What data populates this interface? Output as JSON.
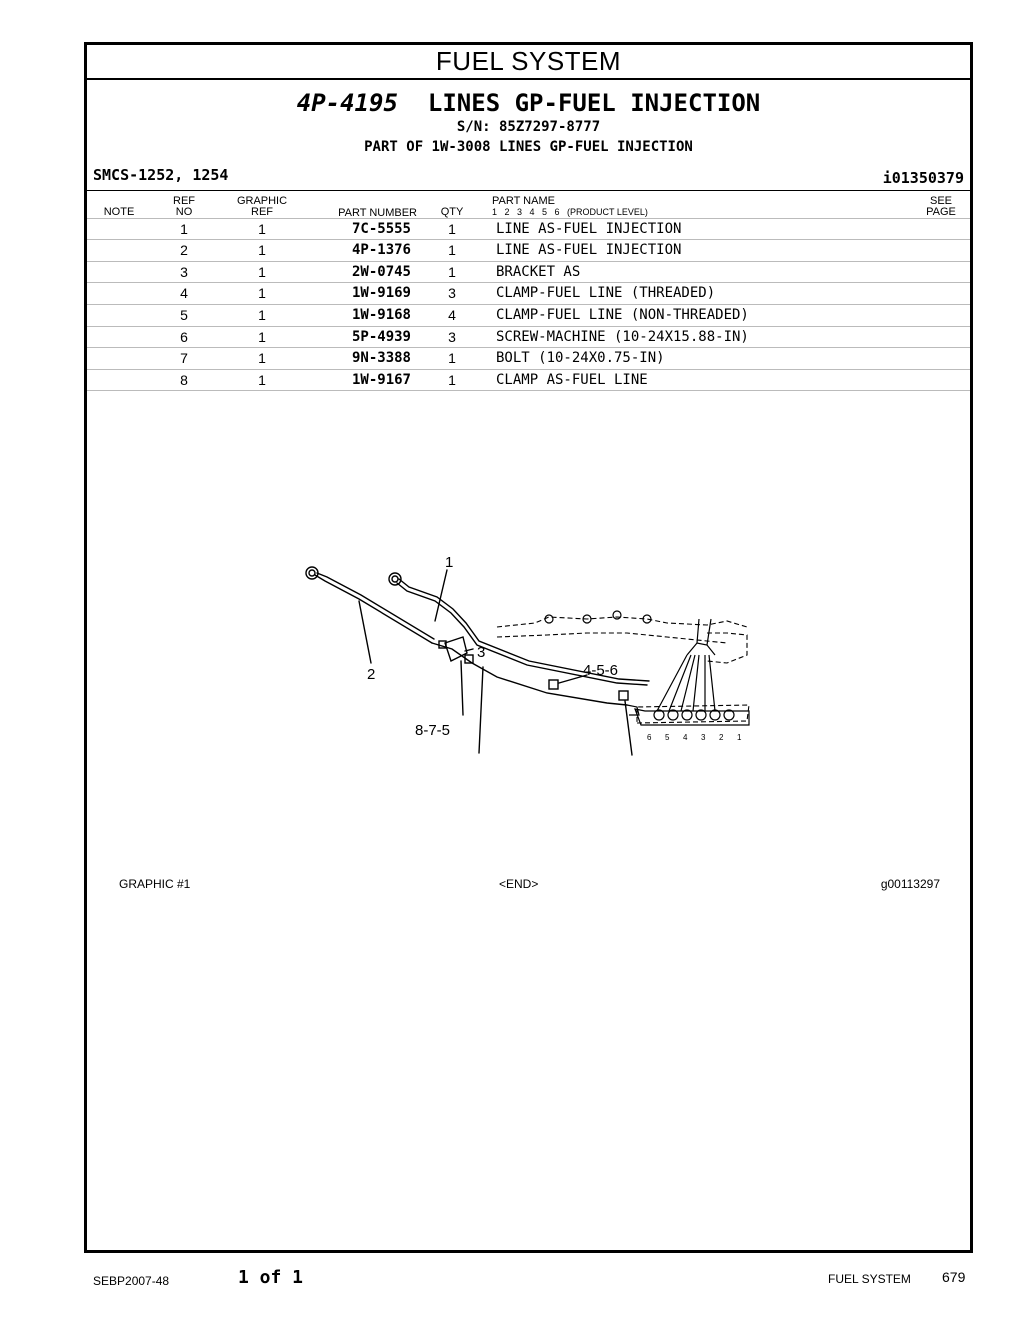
{
  "section_title": "FUEL SYSTEM",
  "group": {
    "number": "4P-4195",
    "name": "LINES GP-FUEL INJECTION",
    "serial": "S/N: 85Z7297-8777",
    "part_of": "PART OF 1W-3008 LINES GP-FUEL INJECTION"
  },
  "smcs": "SMCS-1252, 1254",
  "illustration_id": "i01350379",
  "columns": {
    "note": "NOTE",
    "ref_top": "REF",
    "ref_bottom": "NO",
    "graphic_top": "GRAPHIC",
    "graphic_bottom": "REF",
    "part_number": "PART NUMBER",
    "qty": "QTY",
    "part_name": "PART NAME",
    "product_level": "1   2   3   4   5   6   (PRODUCT LEVEL)",
    "see_top": "SEE",
    "see_bottom": "PAGE"
  },
  "parts": [
    {
      "ref": "1",
      "graphic": "1",
      "part_number": "7C-5555",
      "qty": "1",
      "name": "LINE AS-FUEL INJECTION"
    },
    {
      "ref": "2",
      "graphic": "1",
      "part_number": "4P-1376",
      "qty": "1",
      "name": "LINE AS-FUEL INJECTION"
    },
    {
      "ref": "3",
      "graphic": "1",
      "part_number": "2W-0745",
      "qty": "1",
      "name": "BRACKET AS"
    },
    {
      "ref": "4",
      "graphic": "1",
      "part_number": "1W-9169",
      "qty": "3",
      "name": "CLAMP-FUEL LINE (THREADED)"
    },
    {
      "ref": "5",
      "graphic": "1",
      "part_number": "1W-9168",
      "qty": "4",
      "name": "CLAMP-FUEL LINE (NON-THREADED)"
    },
    {
      "ref": "6",
      "graphic": "1",
      "part_number": "5P-4939",
      "qty": "3",
      "name": "SCREW-MACHINE (10-24X15.88-IN)"
    },
    {
      "ref": "7",
      "graphic": "1",
      "part_number": "9N-3388",
      "qty": "1",
      "name": "BOLT (10-24X0.75-IN)"
    },
    {
      "ref": "8",
      "graphic": "1",
      "part_number": "1W-9167",
      "qty": "1",
      "name": "CLAMP AS-FUEL LINE"
    }
  ],
  "diagram_callouts": {
    "c1": "1",
    "c2": "2",
    "c3": "3",
    "c456_top": "4-5-6",
    "c875": "8-7-5",
    "c456_left": "4-5-6",
    "c456_right": "4-5-6",
    "cylinders": [
      "6",
      "5",
      "4",
      "3",
      "2",
      "1"
    ]
  },
  "graphic_footer": {
    "graphic_label": "GRAPHIC #1",
    "end_marker": "<END>",
    "graphic_id": "g00113297"
  },
  "page_footer": {
    "doc_id": "SEBP2007-48",
    "page_of": "1 of 1",
    "section": "FUEL SYSTEM",
    "page_number": "679"
  }
}
